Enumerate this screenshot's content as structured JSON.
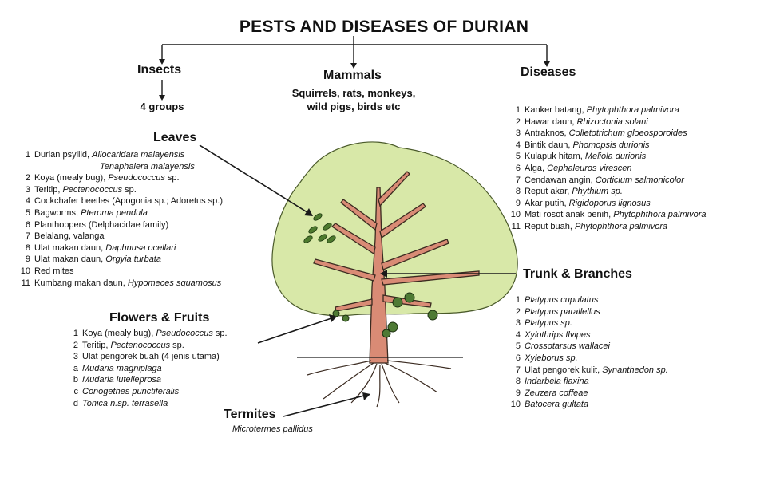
{
  "title": "PESTS AND DISEASES OF DURIAN",
  "categories": {
    "insects": {
      "label": "Insects",
      "sub": "4 groups"
    },
    "mammals": {
      "label": "Mammals",
      "sub_line1": "Squirrels, rats, monkeys,",
      "sub_line2": "wild pigs, birds etc"
    },
    "diseases": {
      "label": "Diseases"
    }
  },
  "diseases_list": [
    {
      "n": "1",
      "common": "Kanker batang, ",
      "sci": "Phytophthora palmivora"
    },
    {
      "n": "2",
      "common": "Hawar daun, ",
      "sci": "Rhizoctonia solani"
    },
    {
      "n": "3",
      "common": "Antraknos, ",
      "sci": "Colletotrichum gloeosporoides"
    },
    {
      "n": "4",
      "common": "Bintik daun, ",
      "sci": "Phomopsis durionis"
    },
    {
      "n": "5",
      "common": "Kulapuk hitam, ",
      "sci": "Meliola durionis"
    },
    {
      "n": "6",
      "common": "Alga, ",
      "sci": "Cephaleuros virescen"
    },
    {
      "n": "7",
      "common": "Cendawan angin, ",
      "sci": "Corticium salmonicolor"
    },
    {
      "n": "8",
      "common": "Reput akar, ",
      "sci": "Phythium sp."
    },
    {
      "n": "9",
      "common": "Akar putih, ",
      "sci": "Rigidoporus lignosus"
    },
    {
      "n": "10",
      "common": "Mati rosot anak benih, ",
      "sci": "Phytophthora palmivora"
    },
    {
      "n": "11",
      "common": "Reput buah, ",
      "sci": "Phytophthora palmivora"
    }
  ],
  "leaves": {
    "label": "Leaves",
    "items": [
      {
        "n": "1",
        "common": "Durian psyllid, ",
        "sci": "Allocaridara malayensis",
        "tail": ""
      },
      {
        "n": "",
        "common": "",
        "sci": "Tenaphalera malayensis",
        "tail": ""
      },
      {
        "n": "2",
        "common": "Koya (mealy bug), ",
        "sci": "Pseudococcus",
        "tail": " sp."
      },
      {
        "n": "3",
        "common": "Teritip, ",
        "sci": "Pectenococcus",
        "tail": " sp."
      },
      {
        "n": "4",
        "common": "Cockchafer beetles (Apogonia sp.; Adoretus sp.)",
        "sci": "",
        "tail": ""
      },
      {
        "n": "5",
        "common": "Bagworms, ",
        "sci": "Pteroma pendula",
        "tail": ""
      },
      {
        "n": "6",
        "common": "Planthoppers (Delphacidae family)",
        "sci": "",
        "tail": ""
      },
      {
        "n": "7",
        "common": "Belalang, valanga",
        "sci": "",
        "tail": ""
      },
      {
        "n": "8",
        "common": "Ulat makan daun, ",
        "sci": "Daphnusa ocellari",
        "tail": ""
      },
      {
        "n": "9",
        "common": "Ulat makan daun, ",
        "sci": "Orgyia turbata",
        "tail": ""
      },
      {
        "n": "10",
        "common": "Red mites",
        "sci": "",
        "tail": ""
      },
      {
        "n": "11",
        "common": "Kumbang makan daun, ",
        "sci": "Hypomeces squamosus",
        "tail": ""
      }
    ]
  },
  "flowers": {
    "label": "Flowers & Fruits",
    "items": [
      {
        "n": "1",
        "common": "Koya (mealy bug), ",
        "sci": "Pseudococcus",
        "tail": " sp."
      },
      {
        "n": "2",
        "common": "Teritip, ",
        "sci": "Pectenococcus",
        "tail": " sp."
      },
      {
        "n": "3",
        "common": "Ulat pengorek buah (4 jenis utama)",
        "sci": "",
        "tail": ""
      },
      {
        "n": "a",
        "common": "",
        "sci": "Mudaria magniplaga",
        "tail": ""
      },
      {
        "n": "b",
        "common": "",
        "sci": "Mudaria luteileprosa",
        "tail": ""
      },
      {
        "n": "c",
        "common": "",
        "sci": "Conogethes punctiferalis",
        "tail": ""
      },
      {
        "n": "d",
        "common": "",
        "sci": "Tonica n.sp. terrasella",
        "tail": ""
      }
    ]
  },
  "termites": {
    "label": "Termites",
    "sci": "Microtermes pallidus"
  },
  "trunk": {
    "label": "Trunk & Branches",
    "items": [
      {
        "n": "1",
        "common": "",
        "sci": "Platypus cupulatus"
      },
      {
        "n": "2",
        "common": "",
        "sci": "Platypus parallellus"
      },
      {
        "n": "3",
        "common": "",
        "sci": "Platypus sp."
      },
      {
        "n": "4",
        "common": "",
        "sci": "Xylothrips flvipes"
      },
      {
        "n": "5",
        "common": "",
        "sci": "Crossotarsus wallacei"
      },
      {
        "n": "6",
        "common": "",
        "sci": "Xyleborus sp."
      },
      {
        "n": "7",
        "common": "Ulat pengorek kulit, ",
        "sci": "Synanthedon sp."
      },
      {
        "n": "8",
        "common": "",
        "sci": "Indarbela flaxina"
      },
      {
        "n": "9",
        "common": "",
        "sci": "Zeuzera coffeae"
      },
      {
        "n": "10",
        "common": "",
        "sci": "Batocera gultata"
      }
    ]
  },
  "colors": {
    "canopy": "#d8e8a8",
    "trunk": "#d98b75",
    "line": "#1a1a1a"
  }
}
